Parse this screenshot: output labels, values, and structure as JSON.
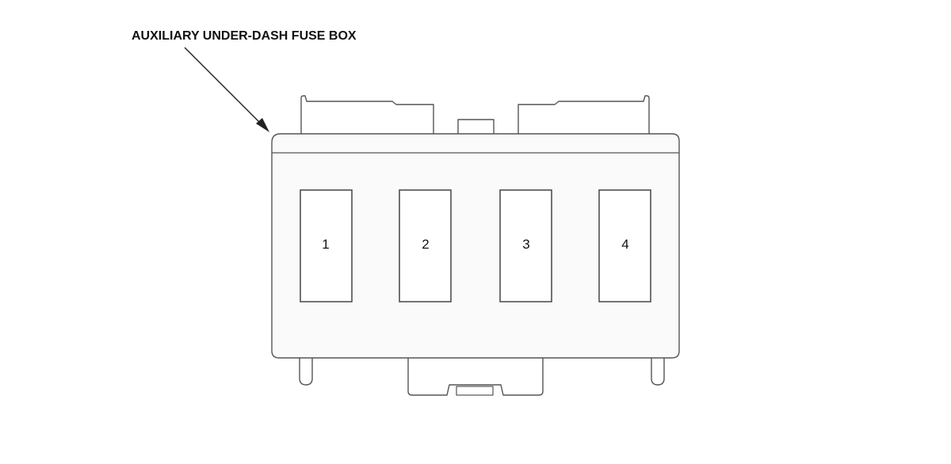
{
  "diagram": {
    "callout_label": "AUXILIARY UNDER-DASH FUSE BOX",
    "fuses": [
      {
        "number": "1"
      },
      {
        "number": "2"
      },
      {
        "number": "3"
      },
      {
        "number": "4"
      }
    ],
    "colors": {
      "line": "#555555",
      "text": "#111111",
      "background": "#ffffff"
    }
  }
}
